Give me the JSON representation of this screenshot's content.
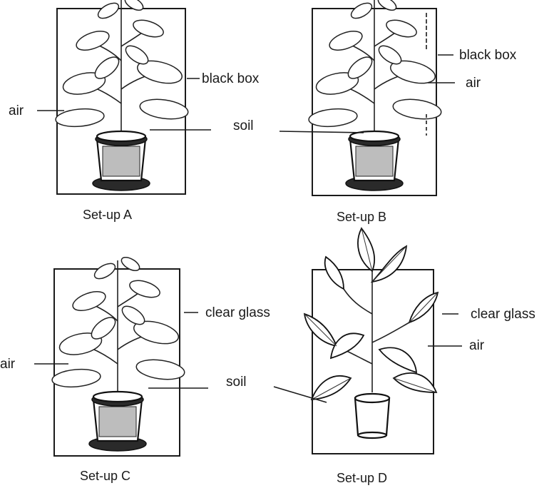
{
  "setups": [
    {
      "id": "A",
      "caption": "Set-up A",
      "labels": {
        "air": "air",
        "box": "black box",
        "soil": "soil"
      }
    },
    {
      "id": "B",
      "caption": "Set-up B",
      "labels": {
        "air": "air",
        "box": "black box"
      }
    },
    {
      "id": "C",
      "caption": "Set-up C",
      "labels": {
        "air": "air",
        "box": "clear glass",
        "soil": "soil"
      }
    },
    {
      "id": "D",
      "caption": "Set-up D",
      "labels": {
        "air": "air",
        "box": "clear glass"
      }
    }
  ],
  "icons": [
    "potted-plant-icon",
    "plant-in-small-pot-icon"
  ]
}
